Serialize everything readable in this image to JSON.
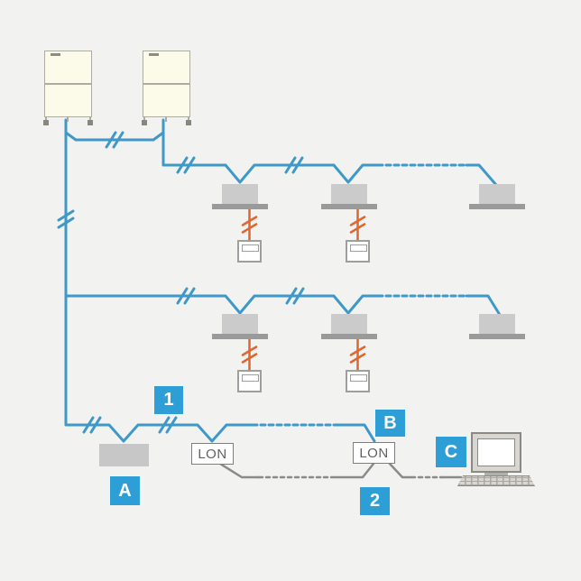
{
  "diagram": {
    "title": "air-conditioning-network-topology",
    "badges": {
      "callout_1": "1",
      "callout_2": "2",
      "callout_a": "A",
      "callout_b": "B",
      "callout_c": "C"
    },
    "gateways": {
      "gateway_1_label": "LON",
      "gateway_2_label": "LON"
    },
    "counts": {
      "outdoor_units": 2,
      "indoor_unit_rows": 2,
      "indoor_units_per_row": 3,
      "remote_controllers": 4
    },
    "colors": {
      "background": "#F2F2F1",
      "control_wiring_blue": "#3E98C8",
      "remote_wiring_orange": "#E0662F",
      "lon_wiring_gray": "#8A8A8A",
      "badge_blue": "#2E9FD6",
      "indoor_unit_gray": "#CBCBCB",
      "indoor_panel_gray": "#9A9A9A",
      "outdoor_unit_cream": "#FCFBE9",
      "device_a_gray": "#C7C7C7"
    }
  }
}
